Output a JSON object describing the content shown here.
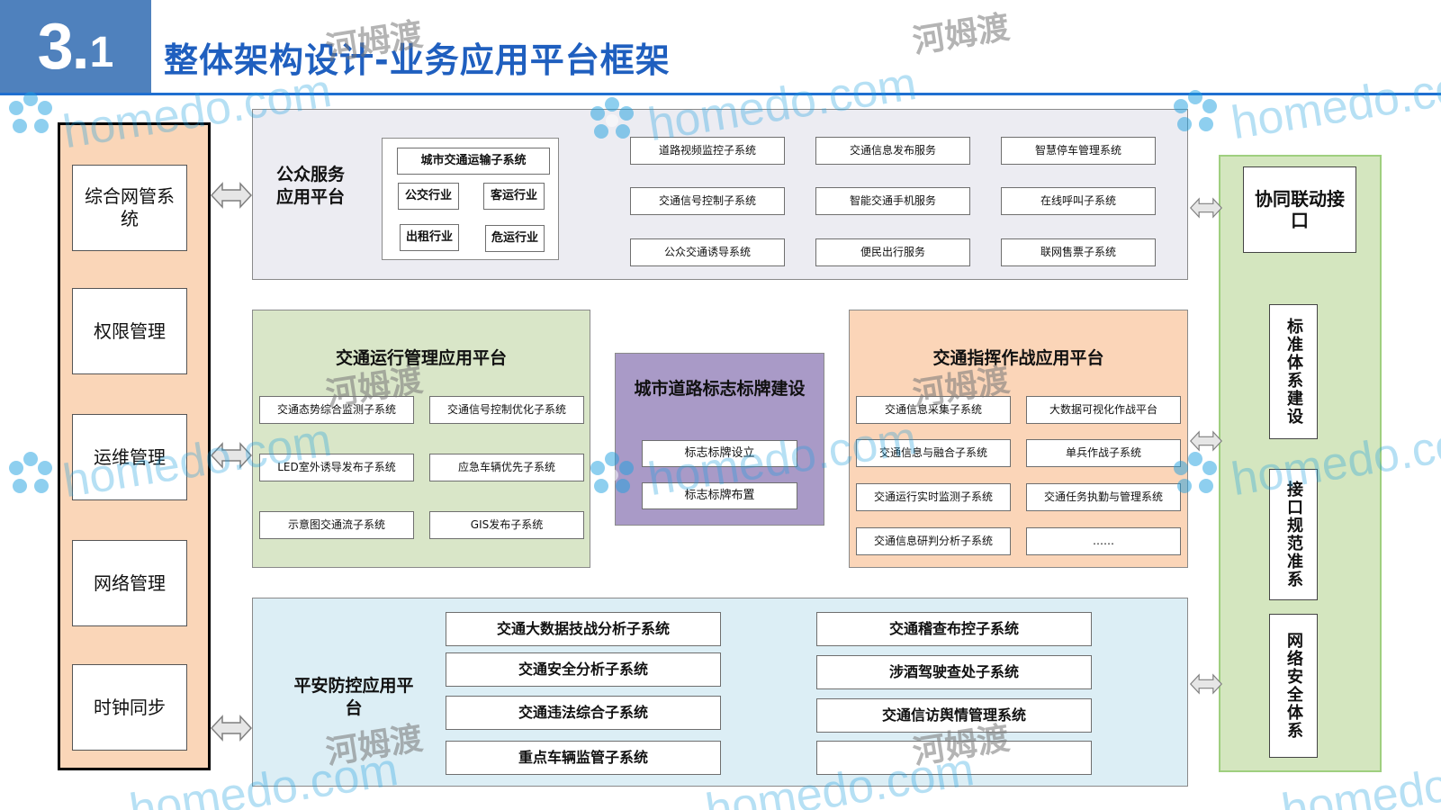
{
  "header": {
    "section_number": "3.",
    "section_sub": "1",
    "title": "整体架构设计-业务应用平台框架"
  },
  "left_column": {
    "items": [
      "综合网管系统",
      "权限管理",
      "运维管理",
      "网络管理",
      "时钟同步"
    ]
  },
  "right_column": {
    "top": "协同联动接口",
    "vertical": [
      "标准体系建设",
      "接口规范准系",
      "网络安全体系"
    ]
  },
  "public_service": {
    "title": "公众服务应用平台",
    "urban": {
      "header": "城市交通运输子系统",
      "items": [
        "公交行业",
        "客运行业",
        "出租行业",
        "危运行业"
      ]
    },
    "grid": [
      "道路视频监控子系统",
      "交通信息发布服务",
      "智慧停车管理系统",
      "交通信号控制子系统",
      "智能交通手机服务",
      "在线呼叫子系统",
      "公众交通诱导系统",
      "便民出行服务",
      "联网售票子系统"
    ]
  },
  "traffic_ops": {
    "title": "交通运行管理应用平台",
    "items": [
      "交通态势综合监测子系统",
      "交通信号控制优化子系统",
      "LED室外诱导发布子系统",
      "应急车辆优先子系统",
      "示意图交通流子系统",
      "GIS发布子系统"
    ]
  },
  "urban_signs": {
    "title": "城市道路标志标牌建设",
    "items": [
      "标志标牌设立",
      "标志标牌布置"
    ]
  },
  "command": {
    "title": "交通指挥作战应用平台",
    "items": [
      "交通信息采集子系统",
      "大数据可视化作战平台",
      "交通信息与融合子系统",
      "单兵作战子系统",
      "交通运行实时监测子系统",
      "交通任务执勤与管理系统",
      "交通信息研判分析子系统",
      "……"
    ]
  },
  "safety": {
    "title": "平安防控应用平台",
    "left": [
      "交通大数据技战分析子系统",
      "交通安全分析子系统",
      "交通违法综合子系统",
      "重点车辆监管子系统"
    ],
    "right": [
      "交通稽查布控子系统",
      "涉酒驾驶查处子系统",
      "交通信访舆情管理系统",
      ""
    ]
  },
  "watermark": {
    "latin": "homedo.com",
    "chinese": "河姆渡"
  },
  "colors": {
    "header_blue": "#4f81bd",
    "title_blue": "#1f5fbf",
    "left_bg": "#fad6b8",
    "right_bg": "#d4e6bf",
    "public_bg": "#ececf2",
    "ops_bg": "#d9e6c8",
    "signs_bg": "#a99ac7",
    "command_bg": "#fbd5b8",
    "safety_bg": "#dceef5",
    "watermark": "#1fa0e0"
  }
}
